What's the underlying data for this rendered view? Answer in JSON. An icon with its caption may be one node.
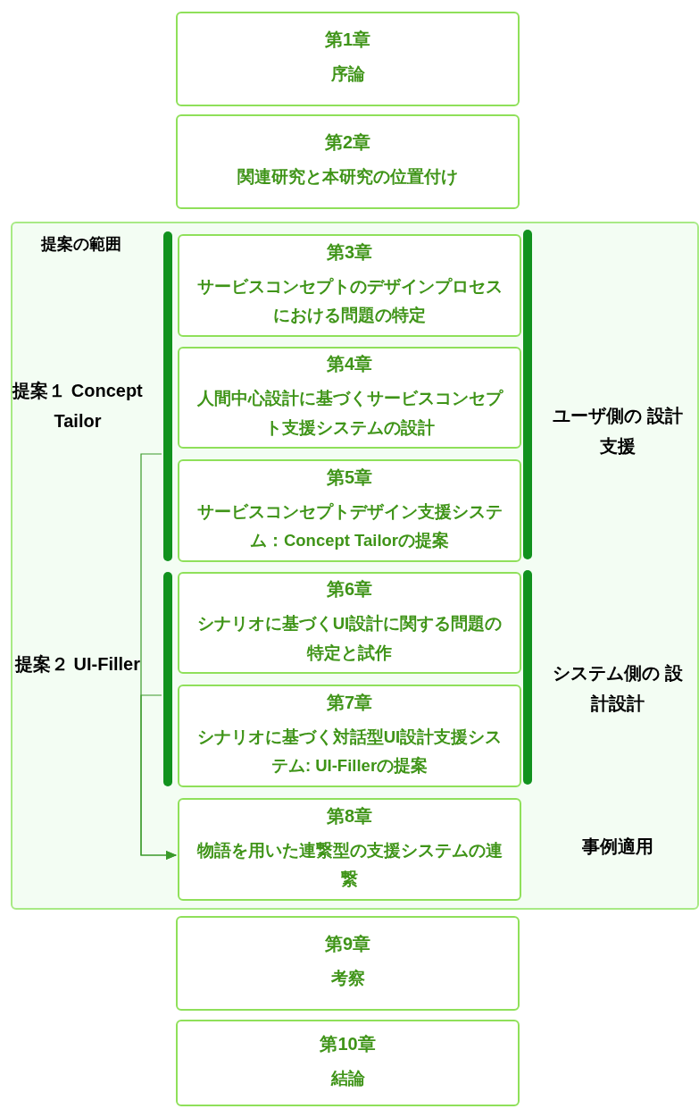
{
  "diagram": {
    "nodes": [
      {
        "text": [
          "第1章",
          "序論"
        ]
      },
      {
        "text": [
          "第2章",
          "関連研究と本研究の位置付け"
        ]
      },
      {
        "text": [
          "提案の範囲"
        ]
      },
      {
        "text": [
          "第3章",
          "サービスコンセプトのデザインプロセスにおける問題の特定"
        ],
        "in": 2
      },
      {
        "text": [
          "第4章",
          "人間中心設計に基づくサービスコンセプト支援システムの設計"
        ],
        "in": 2
      },
      {
        "text": [
          "第5章",
          "サービスコンセプトデザイン支援システム：Concept Tailorの提案"
        ],
        "in": 2
      },
      {
        "text": [
          "第6章",
          "シナリオに基づくUI設計に関する問題の特定と試作"
        ],
        "in": 2
      },
      {
        "text": [
          "第7章",
          "シナリオに基づく対話型UI設計支援システム: UI-Fillerの提案"
        ],
        "in": 2
      },
      {
        "text": [
          "第8章",
          "物語を用いた連繋型の支援システムの連繋"
        ],
        "in": 2
      },
      {
        "text": [],
        "shape": "bar",
        "in": 2
      },
      {
        "text": [],
        "shape": "bar",
        "in": 2
      },
      {
        "text": [
          "第9章",
          "考察"
        ]
      },
      {
        "text": [
          "第10章",
          "結論"
        ]
      }
    ],
    "edges": [
      {
        "from": 9,
        "to": 8,
        "arrow": "to"
      },
      {
        "from": 10,
        "to": 8,
        "arrow": "to"
      }
    ],
    "labels": [
      "提案１ Concept Tailor",
      "ユーザ側の 設計支援",
      "提案２ UI-Filler",
      "システム側の 設計設計",
      "事例適用"
    ]
  }
}
